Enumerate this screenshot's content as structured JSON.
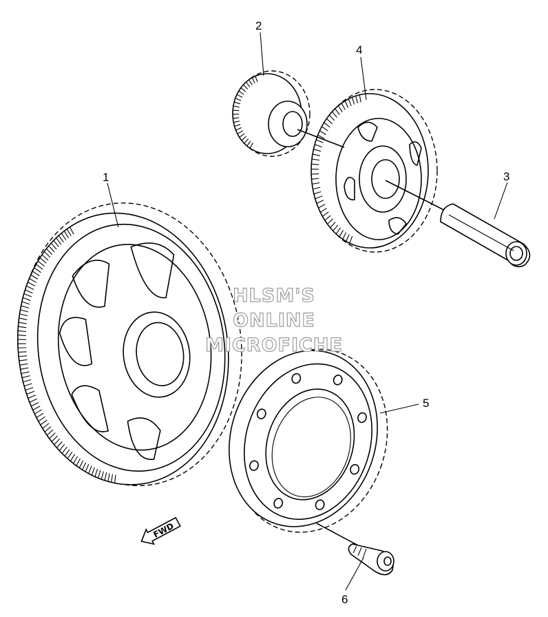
{
  "watermark": {
    "lines": [
      "HLSM'S",
      "ONLINE",
      "MICROFICHE"
    ]
  },
  "direction_label": "FWD",
  "callouts": [
    "1",
    "2",
    "3",
    "4",
    "5",
    "6"
  ]
}
